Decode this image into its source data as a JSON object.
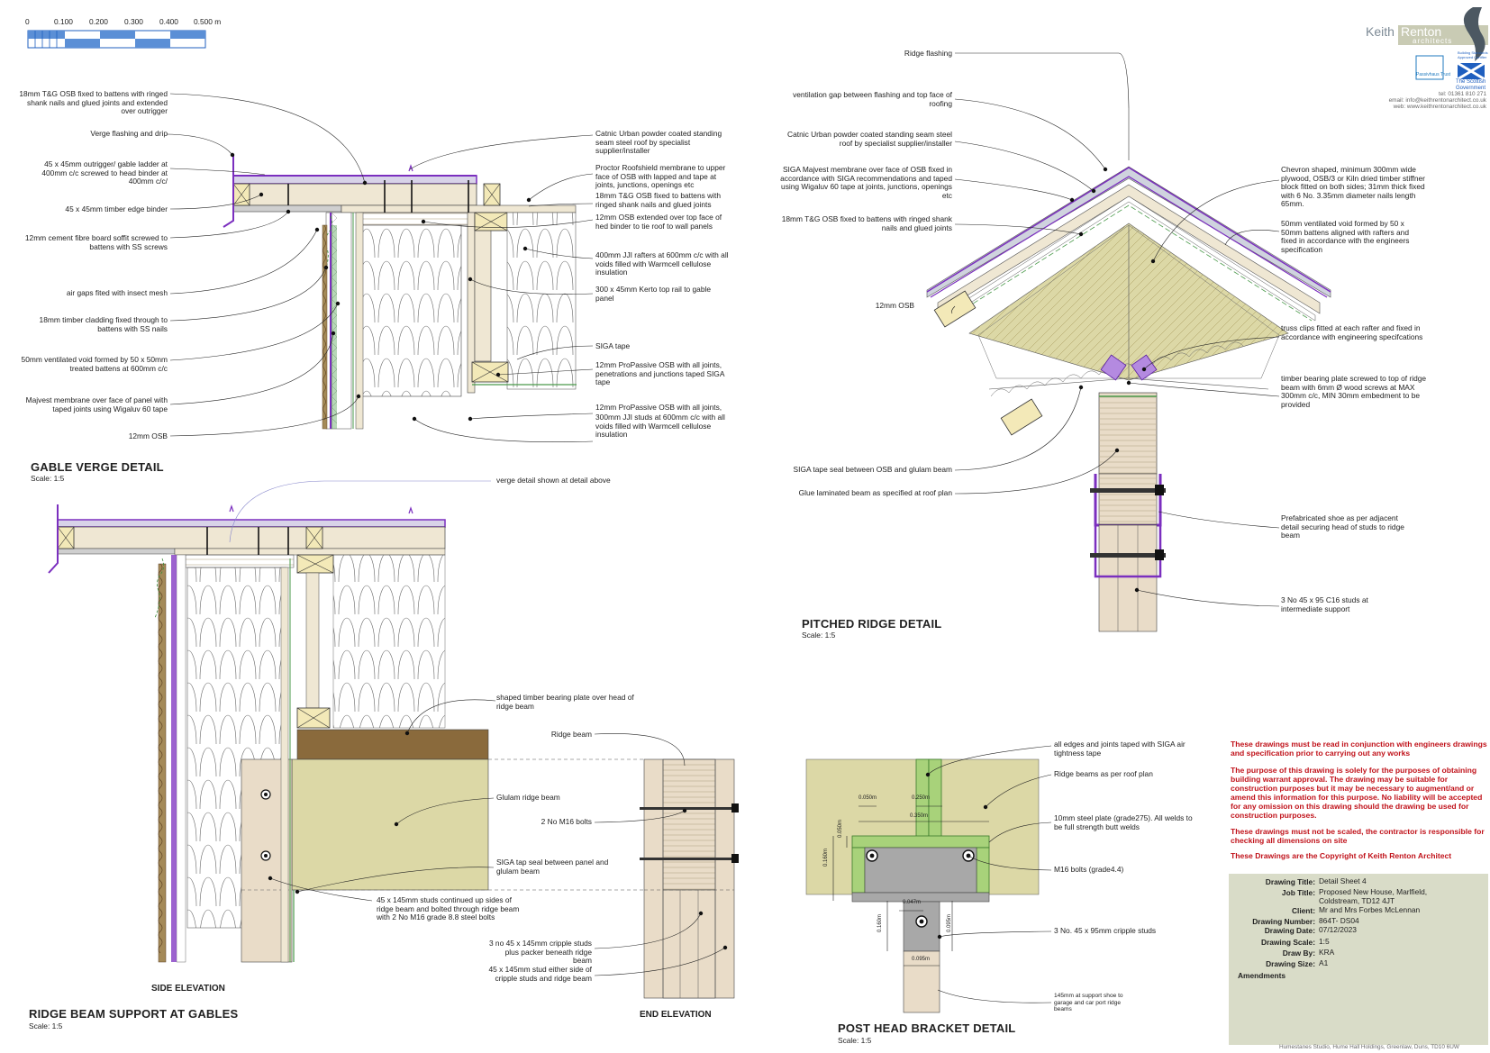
{
  "scale_bar": {
    "ticks": [
      "0",
      "0.100",
      "0.200",
      "0.300",
      "0.400",
      "0.500 m"
    ]
  },
  "firm": {
    "name_a": "Keith",
    "name_b": "Renton",
    "name_sub": "architects",
    "contact_tel": "tel: 01361 810 271",
    "contact_email": "email: info@keithrentonarchitect.co.uk",
    "contact_web": "web: www.keithrentonarchitect.co.uk",
    "logo1": "Passivhaus Trust",
    "logo2a": "The Scottish",
    "logo2b": "Government",
    "logo2_top": "Building Standards Approved Certifier"
  },
  "gable": {
    "title": "GABLE VERGE DETAIL",
    "scale": "Scale: 1:5",
    "left": [
      "18mm T&G OSB fixed to battens with ringed shank nails and glued joints and extended over outrigger",
      "Verge flashing and drip",
      "45 x 45mm outrigger/ gable ladder at 400mm c/c screwed to head binder at 400mm c/c/",
      "45 x 45mm timber edge binder",
      "12mm cement fibre board soffit screwed to battens with SS screws",
      "air gaps fited with insect mesh",
      "18mm timber cladding fixed  through to battens with SS nails",
      "50mm ventilated void formed by 50 x 50mm treated battens at 600mm c/c",
      "Majvest membrane over face of panel with taped joints using Wigaluv 60 tape",
      "12mm OSB"
    ],
    "right": [
      "Catnic Urban powder coated standing seam steel roof by specialist supplier/installer",
      "Proctor Roofshield membrane to upper face of OSB with lapped and  tape at joints, junctions, openings etc",
      "18mm T&G OSB fixed to battens with ringed shank nails and glued joints",
      "12mm OSB extended over top face of hed binder to tie roof to wall panels",
      "400mm JJI rafters at 600mm c/c with all voids filled with Warmcell cellulose insulation",
      "300 x 45mm Kerto top rail to  gable panel",
      "SIGA tape",
      "12mm ProPassive OSB with all joints, penetrations and junctions taped SIGA tape",
      "12mm ProPassive OSB with all joints, penetrations and junctions taped SIGA tape",
      "300mm JJI studs at 600mm c/c with all voids filled with Warmcell cellulose insulation"
    ]
  },
  "ridge": {
    "title": "PITCHED RIDGE DETAIL",
    "scale": "Scale: 1:5",
    "left": [
      "Ridge flashing",
      "ventilation gap between flashing and top face of roofing",
      "Catnic Urban powder coated standing seam steel roof by specialist supplier/installer",
      "SIGA Majvest membrane over face of OSB fixed in accordance with SIGA recommendations and taped using Wigaluv 60 tape at joints, junctions, openings etc",
      "18mm T&G OSB fixed to battens with ringed shank nails and glued joints",
      "12mm OSB",
      "SIGA tape seal between OSB and glulam beam",
      "Glue laminated beam as specified at roof plan"
    ],
    "right": [
      "Chevron shaped, minimum 300mm wide plywood, OSB/3 or Kiln dried timber stiffner block fitted on both sides; 31mm thick fixed with 6 No. 3.35mm diameter nails length 65mm.",
      "50mm ventilated void formed by 50 x 50mm battens aligned with rafters and fixed in accordance with the engineers specification",
      "truss clips fitted at  each rafter and fixed in accordance with engineering specifcations",
      "timber bearing plate screwed to top of ridge beam with 6mm Ø wood screws at MAX 300mm c/c, MIN 30mm embedment to be provided",
      "Prefabricated shoe as per adjacent detail securing head of studs to ridge beam",
      "3 No 45 x 95 C16 studs at intermediate support"
    ]
  },
  "support": {
    "title": "RIDGE BEAM SUPPORT AT GABLES",
    "scale": "Scale: 1:5",
    "side": "SIDE ELEVATION",
    "end": "END ELEVATION",
    "notes": [
      "verge detail shown at detail above",
      "shaped timber bearing plate over head of ridge beam",
      "Glulam ridge beam",
      "SIGA tap seal between panel and glulam beam",
      "45 x 145mm studs continued up sides of ridge beam and bolted through ridge beam with 2 No M16 grade 8.8 steel bolts",
      "Ridge beam",
      "2 No M16 bolts",
      "3 no 45 x 145mm cripple studs plus packer beneath ridge beam",
      "45 x 145mm stud either side of cripple studs and ridge beam"
    ]
  },
  "post": {
    "title": "POST HEAD BRACKET DETAIL",
    "scale": "Scale: 1:5",
    "notes": [
      "all edges and joints taped with SIGA air tightness tape",
      "Ridge beams as per roof plan",
      "10mm steel plate (grade275). All welds to be full strength butt welds",
      "M16 bolts (grade4.4)",
      "3 No. 45 x 95mm cripple studs",
      "145mm at support shoe to garage and car port ridge beams"
    ],
    "dims": [
      "0.050m",
      "0.250m",
      "0.350m",
      "0.050m",
      "0.160m",
      "0.047m",
      "0.160m",
      "0.095m",
      "0.095m"
    ]
  },
  "disclaimer": [
    "These drawings must be read in conjunction with engineers drawings and specification prior to carrying out any works",
    "The purpose of this drawing is solely for the purposes of obtaining building warrant approval. The drawing may be suitable for construction purposes but it may be necessary to augment/and or amend this information for this purpose. No liability will be accepted for any omission on this drawing should the drawing be used for construction purposes.",
    "These drawings must not be scaled, the contractor is responsible for checking all dimensions on site",
    "These Drawings are the Copyright of  Keith Renton Architect"
  ],
  "title_block": [
    {
      "k": "Drawing Title:",
      "v": "Detail Sheet 4"
    },
    {
      "k": "Job Title:",
      "v": "Proposed New House, Marlfield, Coldstream, TD12 4JT"
    },
    {
      "k": "Client:",
      "v": "Mr and Mrs Forbes McLennan"
    },
    {
      "k": "Drawing Number:",
      "v": "864T-     DS04"
    },
    {
      "k": "Drawing Date:",
      "v": "07/12/2023"
    },
    {
      "k": "Drawing Scale:",
      "v": "1:5"
    },
    {
      "k": "Draw By:",
      "v": "KRA"
    },
    {
      "k": "Drawing Size:",
      "v": "A1"
    },
    {
      "k": "Amendments",
      "v": ""
    }
  ],
  "footer": "Humestanes Studio, Hume Hall Holdings, Greenlaw, Duns, TD10 6UW",
  "colors": {
    "osb": "#efe7d3",
    "insul": "#dcd8a6",
    "membrane": "#7b2fbf",
    "timber": "#e9dcc8",
    "beam": "#8a6a3c",
    "note": "#c0121a",
    "title_block": "#d9dcc8"
  }
}
